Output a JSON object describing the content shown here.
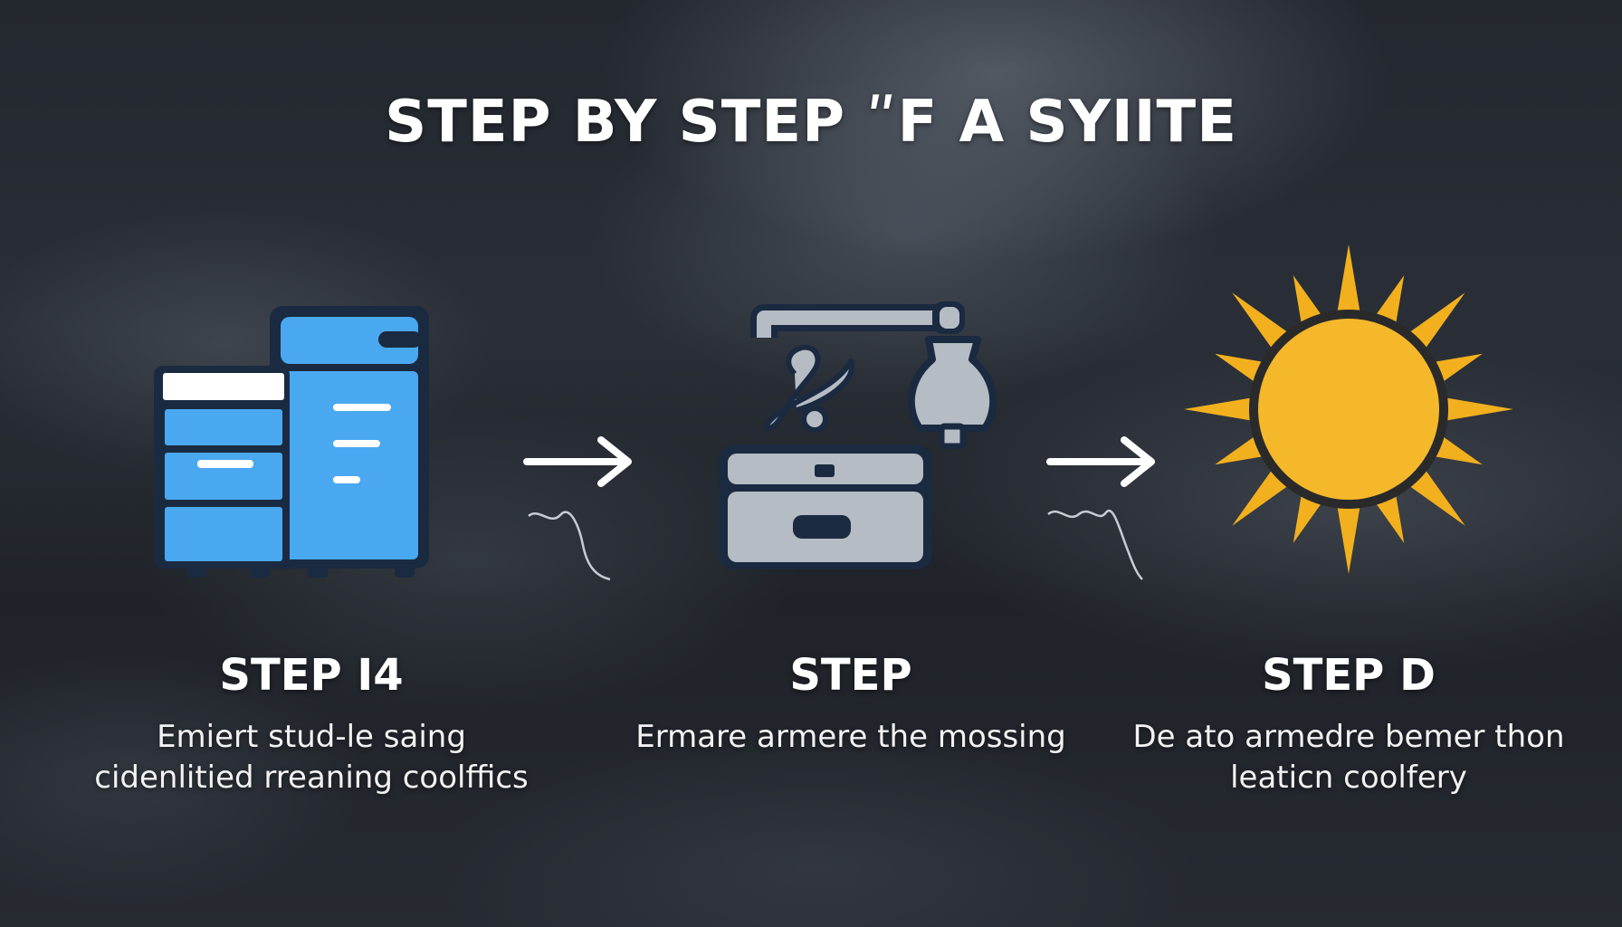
{
  "title": "STEP BY STEP ʺF A SYIITE",
  "steps": [
    {
      "label": "STEP I4",
      "description": "Emiert stud-le saing cidenlitied rreaning coolffics"
    },
    {
      "label": "STEP",
      "description": "Ermare armere the mossing"
    },
    {
      "label": "STEP D",
      "description": "De ato armedre bemer thon leaticn coolfery"
    }
  ],
  "icons": [
    "cabinet-icon",
    "faucet-basin-icon",
    "sun-icon"
  ],
  "colors": {
    "cabinet_blue": "#4aa8f0",
    "outline_dark": "#1a2a40",
    "gray_icon": "#b6bcc4",
    "sun_yellow": "#f4b82a",
    "sun_ray": "#f2b01e"
  }
}
